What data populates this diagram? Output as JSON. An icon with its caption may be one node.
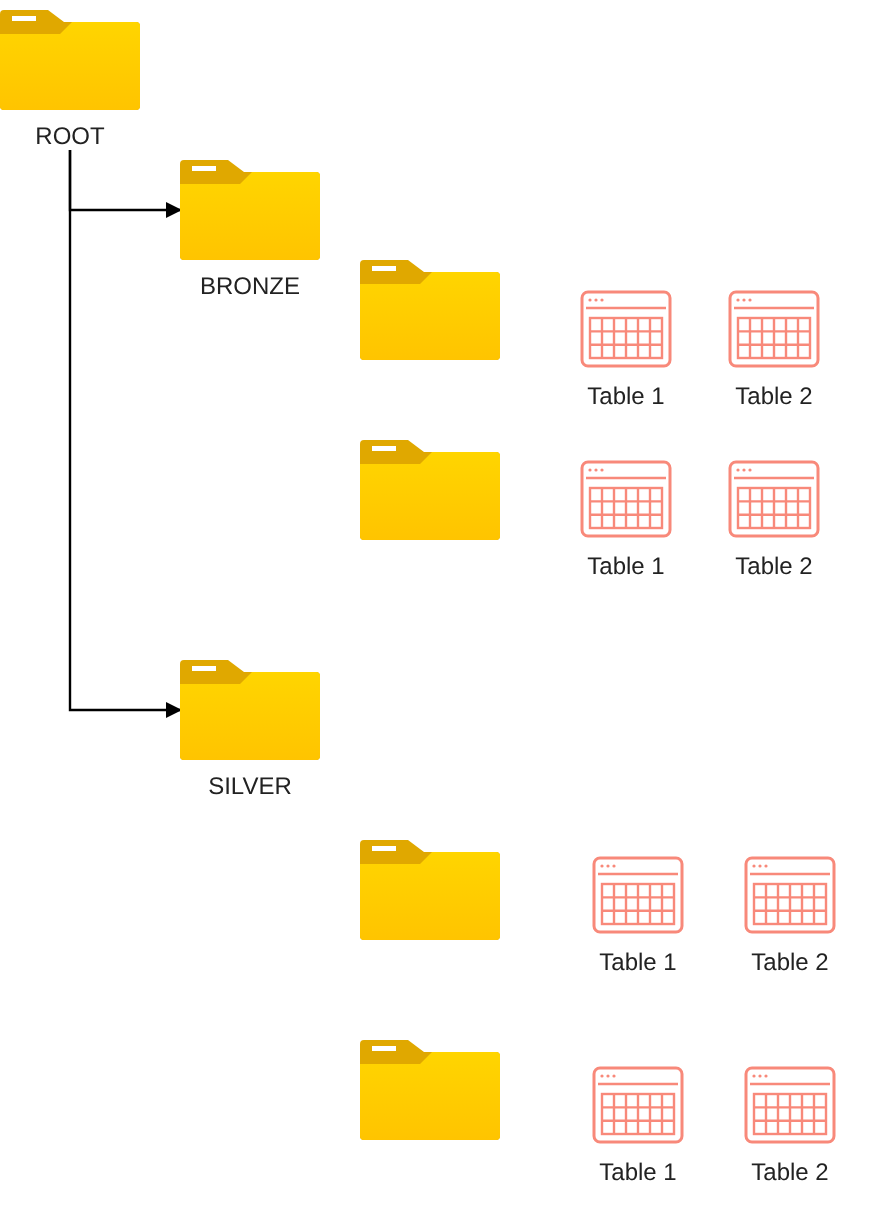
{
  "diagram": {
    "nodes": [
      {
        "text": [
          "ROOT"
        ]
      },
      {
        "text": [
          "BRONZE"
        ]
      },
      {
        "text": [],
        "shape": "folder"
      },
      {
        "text": [
          "Table 1"
        ]
      },
      {
        "text": [
          "Table 2"
        ]
      },
      {
        "text": [],
        "shape": "folder"
      },
      {
        "text": [
          "Table 1"
        ]
      },
      {
        "text": [
          "Table 2"
        ]
      },
      {
        "text": [
          "SILVER"
        ]
      },
      {
        "text": [],
        "shape": "folder"
      },
      {
        "text": [
          "Table 1"
        ]
      },
      {
        "text": [
          "Table 2"
        ]
      },
      {
        "text": [],
        "shape": "folder"
      },
      {
        "text": [
          "Table 1"
        ]
      },
      {
        "text": [
          "Table 2"
        ]
      }
    ],
    "edges": [
      {
        "from": 0,
        "to": 1,
        "arrow": "to"
      },
      {
        "from": 0,
        "to": 8,
        "arrow": "to"
      }
    ]
  }
}
